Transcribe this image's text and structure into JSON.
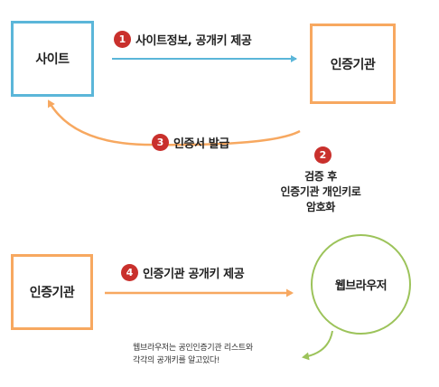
{
  "nodes": {
    "site": "사이트",
    "ca_top": "인증기관",
    "ca_bottom": "인증기관",
    "browser": "웹브라우저"
  },
  "steps": [
    {
      "number": "1",
      "label": "사이트정보, 공개키 제공"
    },
    {
      "number": "2",
      "lines": [
        "검증 후",
        "인증기관 개인키로",
        "암호화"
      ]
    },
    {
      "number": "3",
      "label": "인증서 발급"
    },
    {
      "number": "4",
      "label": "인증기관 공개키 제공"
    }
  ],
  "note": [
    "웹브라우저는 공인인증기관 리스트와",
    "각각의 공개키를 알고있다!"
  ],
  "colors": {
    "blue": "#5bb6d9",
    "orange": "#f7a860",
    "green": "#9cc35a",
    "badge": "#c9302c"
  }
}
